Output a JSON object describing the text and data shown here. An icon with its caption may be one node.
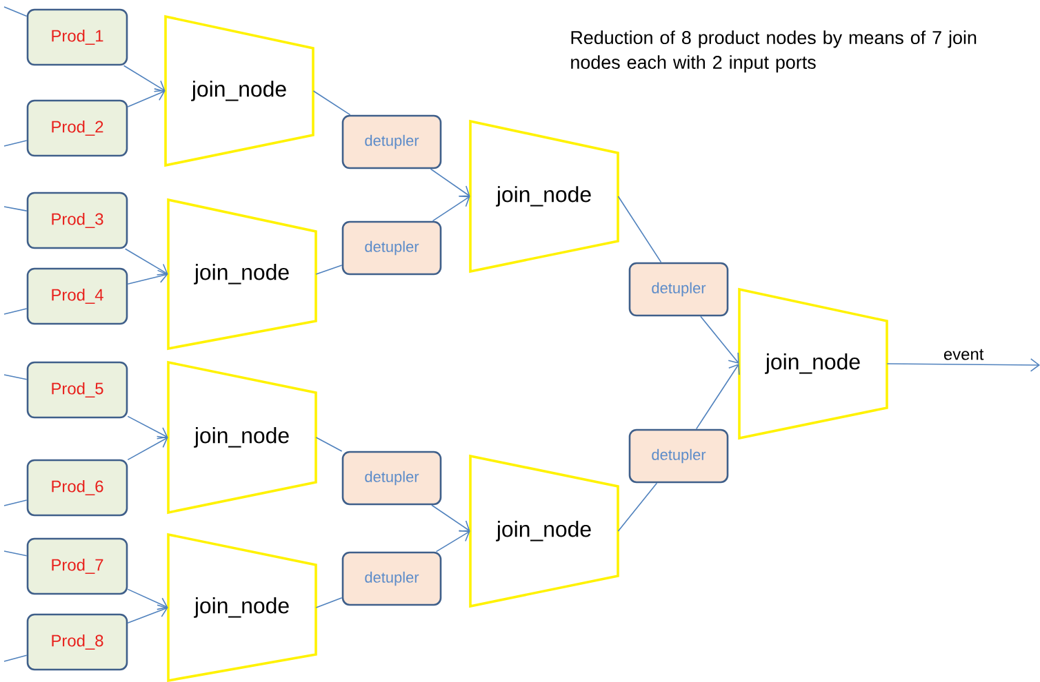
{
  "diagram": {
    "title": "Reduction of 8 product nodes by means of 7 join nodes each with 2 input ports",
    "nodes": [
      {
        "text": [
          "Prod_1"
        ]
      },
      {
        "text": [
          "Prod_2"
        ]
      },
      {
        "text": [
          "Prod_3"
        ]
      },
      {
        "text": [
          "Prod_4"
        ]
      },
      {
        "text": [
          "Prod_5"
        ]
      },
      {
        "text": [
          "Prod_6"
        ]
      },
      {
        "text": [
          "Prod_7"
        ]
      },
      {
        "text": [
          "Prod_8"
        ]
      },
      {
        "text": [
          "join_node"
        ]
      },
      {
        "text": [
          "join_node"
        ]
      },
      {
        "text": [
          "join_node"
        ]
      },
      {
        "text": [
          "join_node"
        ]
      },
      {
        "text": [
          "detupler"
        ]
      },
      {
        "text": [
          "detupler"
        ]
      },
      {
        "text": [
          "detupler"
        ]
      },
      {
        "text": [
          "detupler"
        ]
      },
      {
        "text": [
          "join_node"
        ]
      },
      {
        "text": [
          "join_node"
        ]
      },
      {
        "text": [
          "detupler"
        ]
      },
      {
        "text": [
          "detupler"
        ]
      },
      {
        "text": [
          "join_node"
        ]
      }
    ],
    "edges": [
      {
        "from": null,
        "to": 0,
        "arrow": "none"
      },
      {
        "from": null,
        "to": 1,
        "arrow": "none"
      },
      {
        "from": null,
        "to": 2,
        "arrow": "none"
      },
      {
        "from": null,
        "to": 3,
        "arrow": "none"
      },
      {
        "from": null,
        "to": 4,
        "arrow": "none"
      },
      {
        "from": null,
        "to": 5,
        "arrow": "none"
      },
      {
        "from": null,
        "to": 6,
        "arrow": "none"
      },
      {
        "from": null,
        "to": 7,
        "arrow": "none"
      },
      {
        "from": 0,
        "to": 8,
        "arrow": "to"
      },
      {
        "from": 1,
        "to": 8,
        "arrow": "to"
      },
      {
        "from": 2,
        "to": 9,
        "arrow": "to"
      },
      {
        "from": 3,
        "to": 9,
        "arrow": "to"
      },
      {
        "from": 4,
        "to": 10,
        "arrow": "to"
      },
      {
        "from": 5,
        "to": 10,
        "arrow": "to"
      },
      {
        "from": 6,
        "to": 11,
        "arrow": "to"
      },
      {
        "from": 7,
        "to": 11,
        "arrow": "to"
      },
      {
        "from": 8,
        "to": 12,
        "arrow": "none"
      },
      {
        "from": 9,
        "to": 13,
        "arrow": "none"
      },
      {
        "from": 10,
        "to": 14,
        "arrow": "none"
      },
      {
        "from": 11,
        "to": 15,
        "arrow": "none"
      },
      {
        "from": 12,
        "to": 16,
        "arrow": "to"
      },
      {
        "from": 13,
        "to": 16,
        "arrow": "to"
      },
      {
        "from": 14,
        "to": 17,
        "arrow": "to"
      },
      {
        "from": 15,
        "to": 17,
        "arrow": "to"
      },
      {
        "from": 16,
        "to": 18,
        "arrow": "none"
      },
      {
        "from": 17,
        "to": 19,
        "arrow": "none"
      },
      {
        "from": 18,
        "to": 20,
        "arrow": "to"
      },
      {
        "from": 19,
        "to": 20,
        "arrow": "to"
      },
      {
        "from": 20,
        "to": null,
        "arrow": "to",
        "label": "event"
      }
    ]
  }
}
